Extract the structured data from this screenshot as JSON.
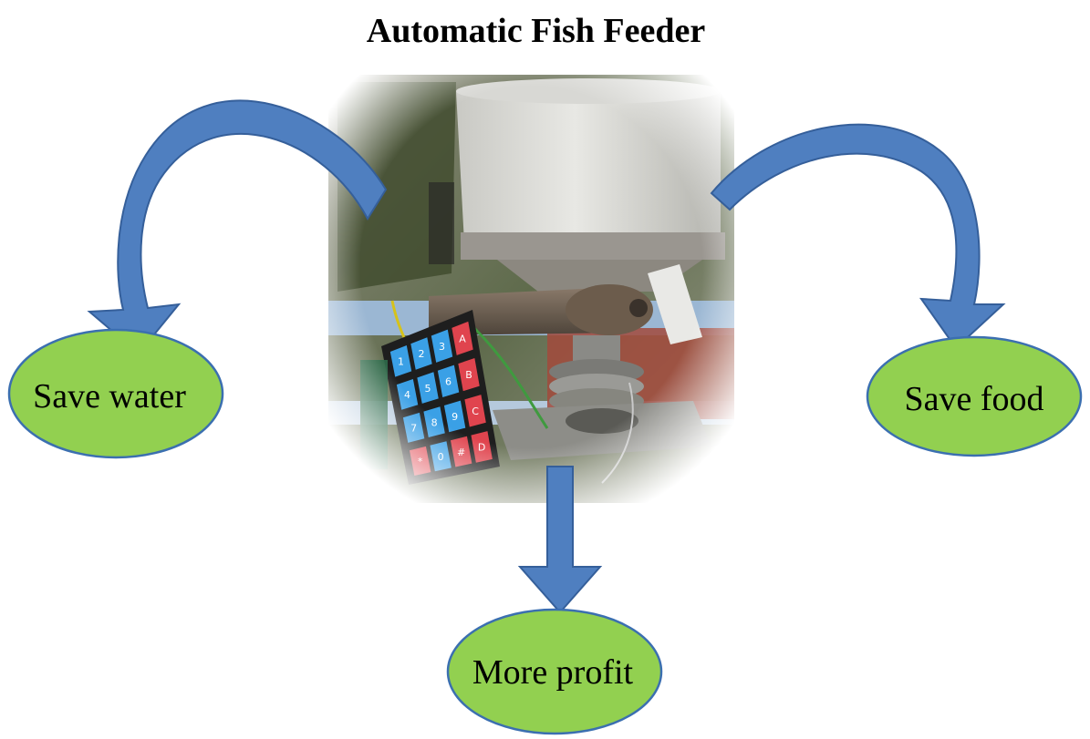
{
  "title": "Automatic Fish Feeder",
  "center_image": {
    "description_icon": "fish-feeder-photo",
    "keypad_keys": [
      "1",
      "2",
      "3",
      "A",
      "4",
      "5",
      "6",
      "B",
      "7",
      "8",
      "9",
      "C",
      "*",
      "0",
      "#",
      "D"
    ]
  },
  "nodes": {
    "left": "Save water",
    "right": "Save food",
    "bottom": "More profit"
  },
  "colors": {
    "arrow_fill": "#4f7fc0",
    "arrow_stroke": "#355f9a",
    "bubble_fill": "#92d050",
    "bubble_stroke": "#3b6fb0",
    "key_blue": "#3aa0e6",
    "key_red": "#e0444e"
  }
}
